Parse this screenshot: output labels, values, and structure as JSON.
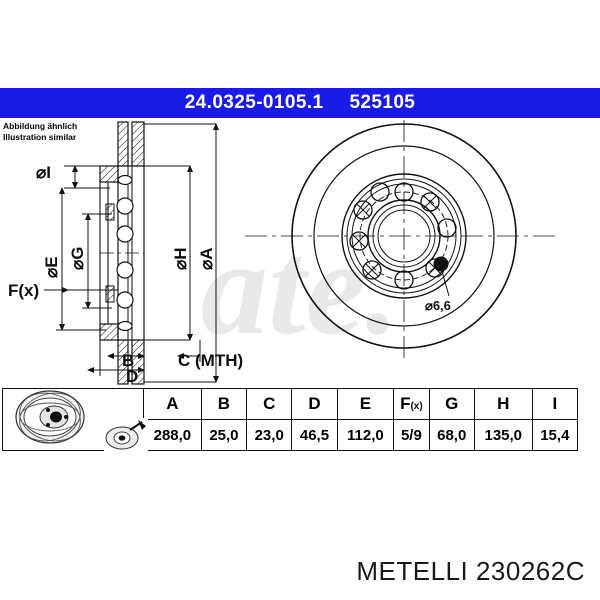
{
  "header": {
    "part_number": "24.0325-0105.1",
    "reference_number": "525105"
  },
  "caption": {
    "line_de": "Abbildung ähnlich",
    "line_en": "Illustration similar"
  },
  "drawing": {
    "labels": {
      "diameter_i": "⌀I",
      "diameter_e": "⌀E",
      "diameter_g": "⌀G",
      "diameter_h": "⌀H",
      "diameter_a": "⌀A",
      "fx": "F(x)",
      "b": "B",
      "c": "C (MTH)",
      "d": "D",
      "bolt_hole": "⌀6,6"
    },
    "watermark": "ate."
  },
  "table": {
    "headers": [
      "A",
      "B",
      "C",
      "D",
      "E",
      "F(x)",
      "G",
      "H",
      "I"
    ],
    "values": [
      "288,0",
      "25,0",
      "23,0",
      "46,5",
      "112,0",
      "5/9",
      "68,0",
      "135,0",
      "15,4"
    ],
    "fx_main": "F",
    "fx_sub": "(x)"
  },
  "footer": {
    "brand": "METELLI",
    "article_number": "230262C"
  },
  "colors": {
    "header_blue": "#1a1ae6",
    "header_text": "#ffffff",
    "line": "#111111",
    "watermark": "#e8e8e8"
  }
}
